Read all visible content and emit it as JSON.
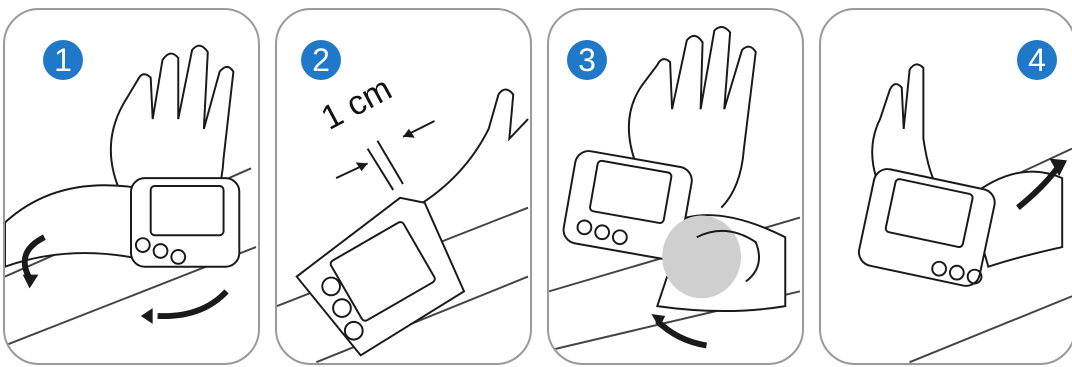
{
  "steps": [
    {
      "number": "1"
    },
    {
      "number": "2",
      "measurement_label": "1 cm"
    },
    {
      "number": "3"
    },
    {
      "number": "4"
    }
  ],
  "colors": {
    "badge": "#1f78c8",
    "outline": "#9a9a9a",
    "line": "#1a1a1a"
  },
  "device_buttons": [
    "triangle-icon",
    "power-icon",
    "m-icon"
  ]
}
